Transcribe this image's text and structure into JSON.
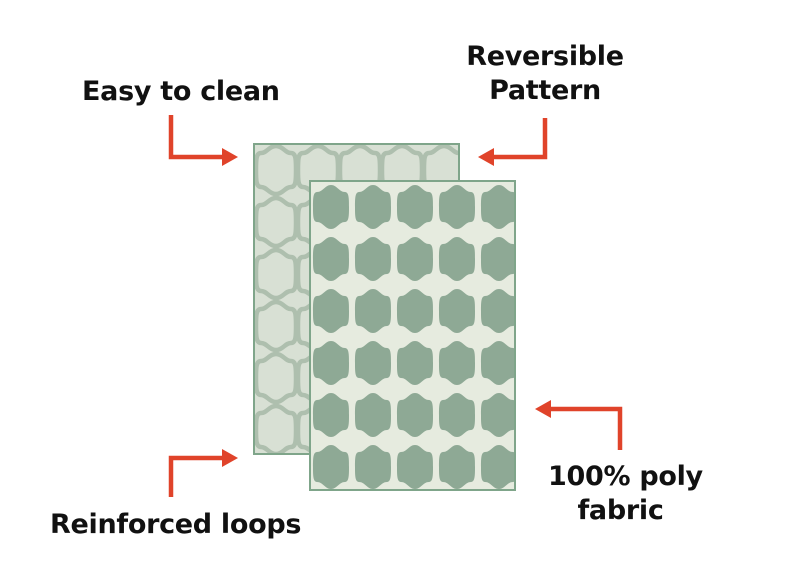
{
  "callouts": {
    "easy_to_clean": "Easy to clean",
    "reversible_line1": "Reversible",
    "reversible_line2": "Pattern",
    "reinforced_loops": "Reinforced loops",
    "poly_line1": "100% poly",
    "poly_line2": "fabric"
  },
  "colors": {
    "arrow": "#e0432a",
    "back_rug_fill": "#d8e0d4",
    "back_rug_pattern": "#aebfae",
    "front_rug_fill": "#8ea995",
    "front_rug_pattern": "#e6ebdf",
    "rug_border": "#7fa58a"
  },
  "icons": {
    "pattern": "moroccan-trellis-pattern",
    "arrows": "elbow-arrow-icon"
  }
}
